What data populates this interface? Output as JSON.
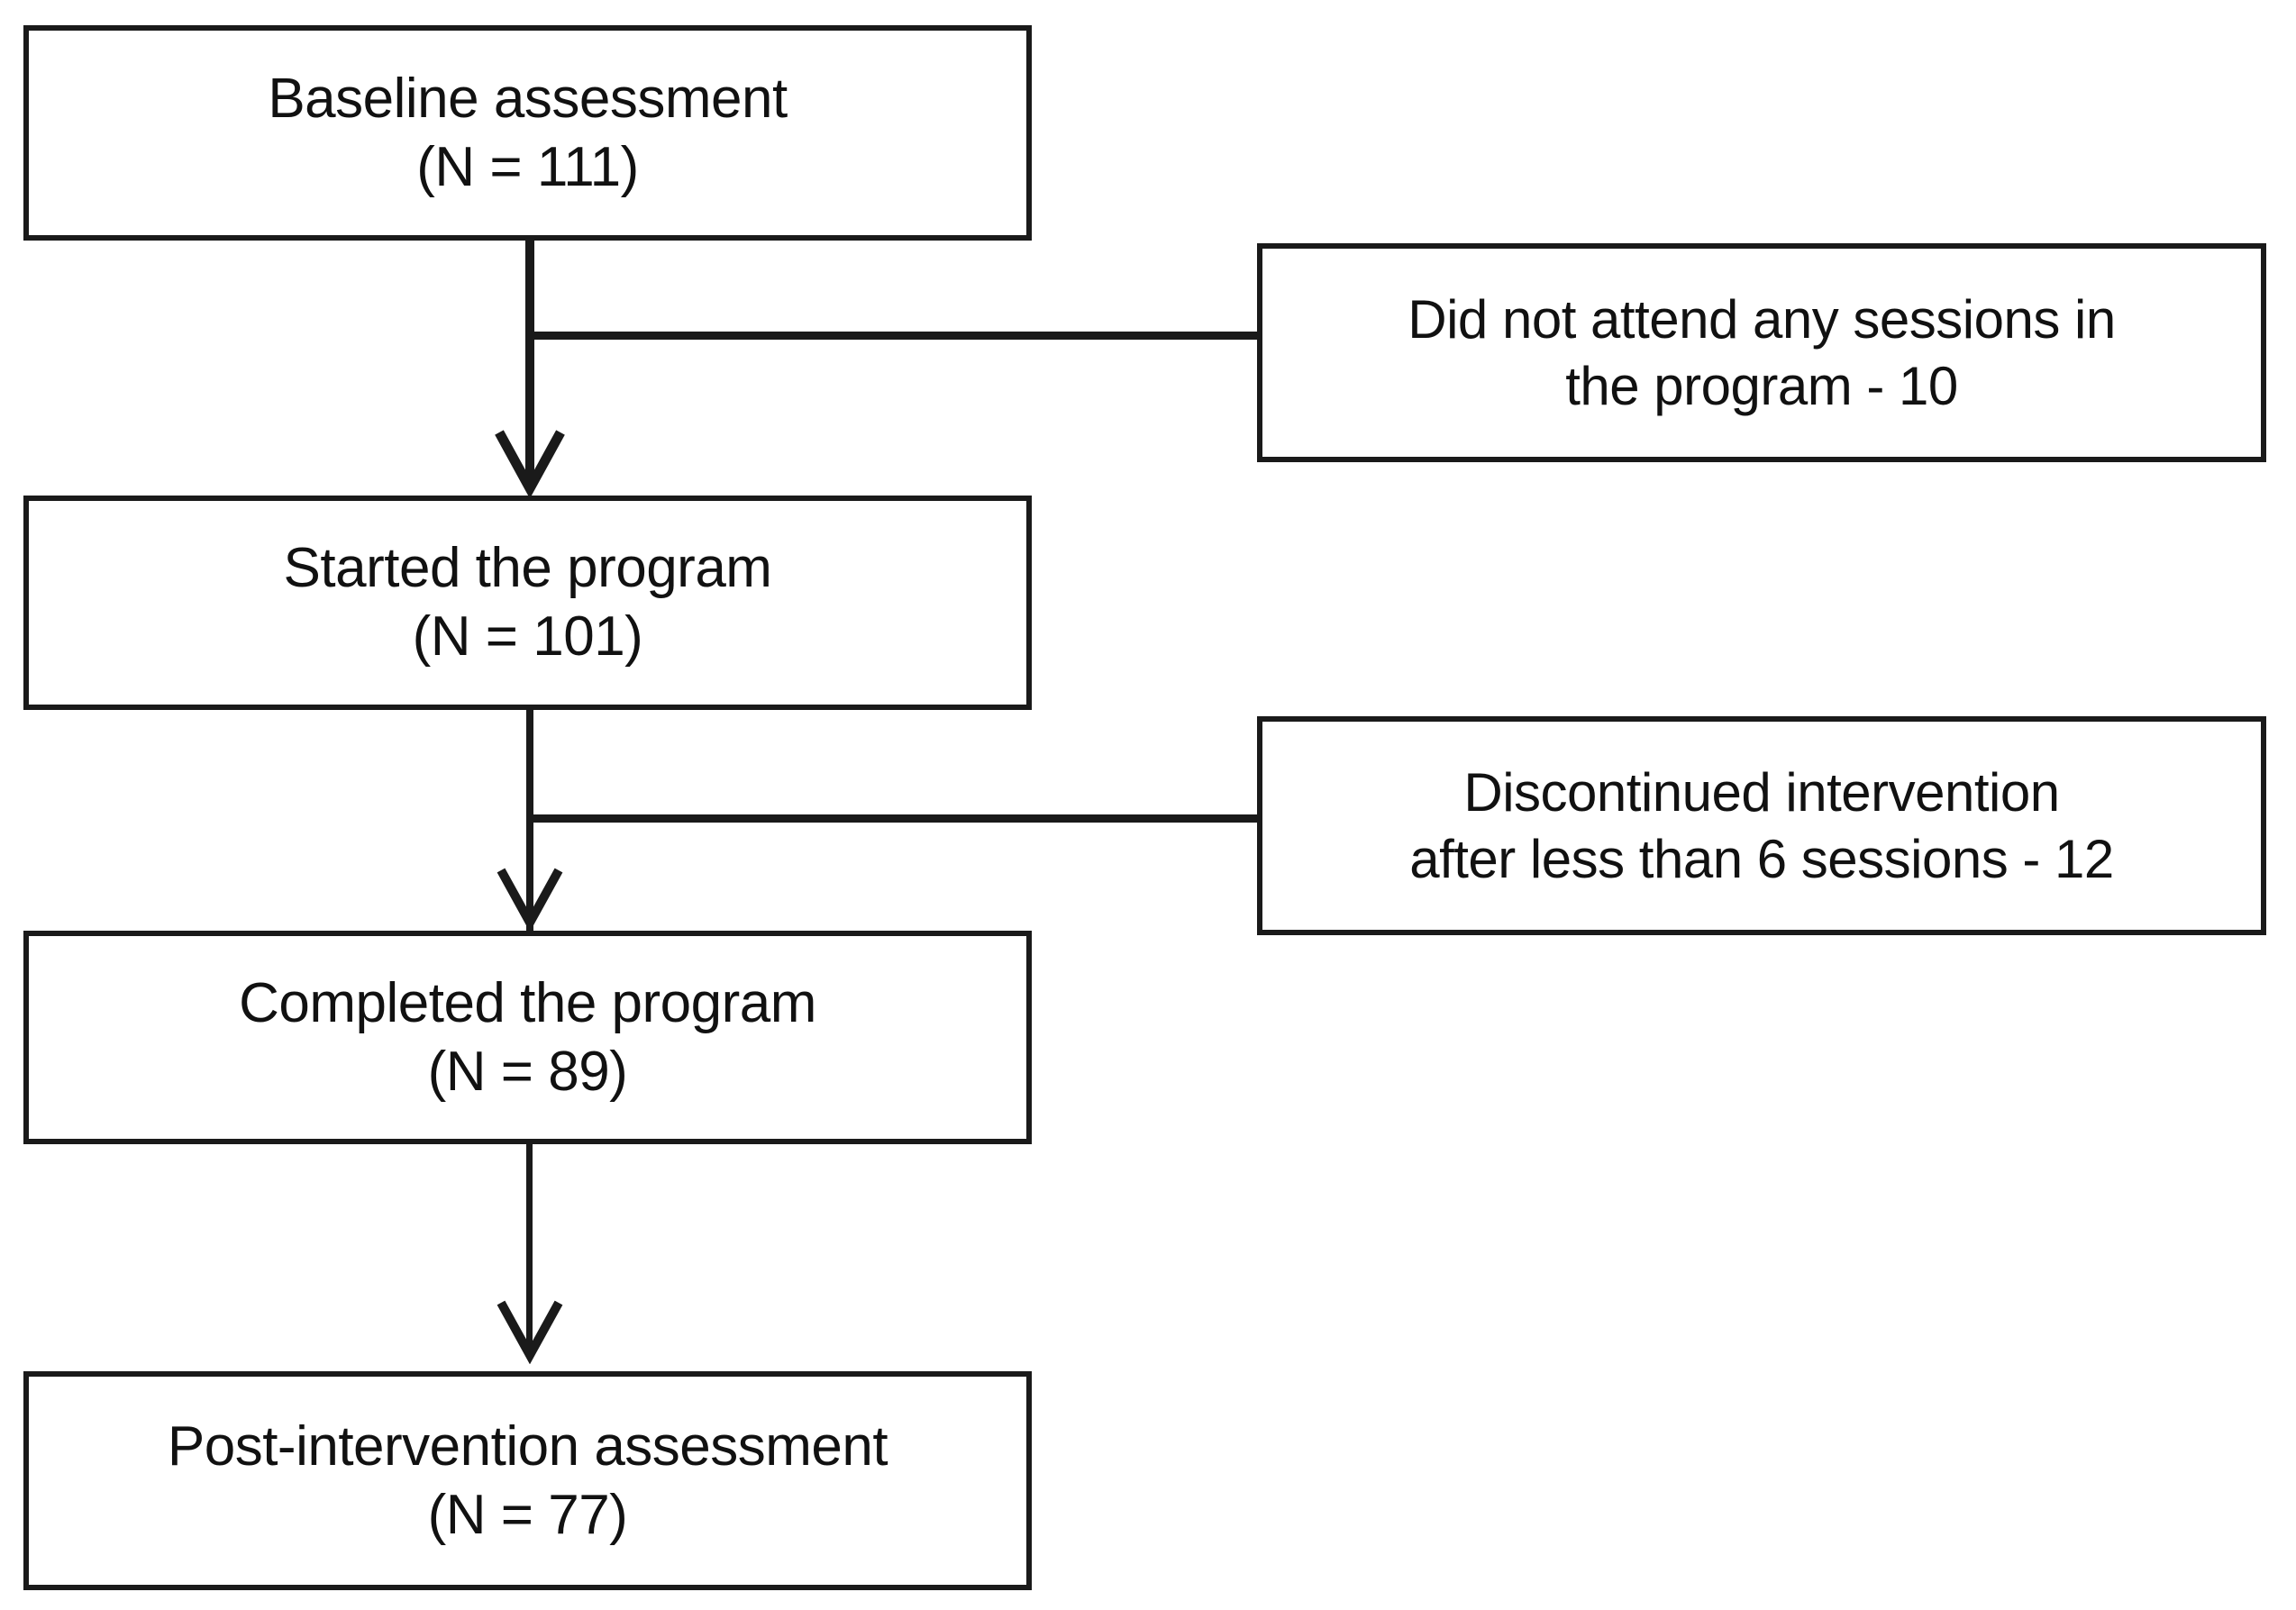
{
  "diagram": {
    "type": "participant-flow-chart",
    "orientation": "top-to-bottom",
    "background_color": "#ffffff",
    "line_color": "#1a1a1a",
    "text_color": "#111111",
    "nodes": [
      {
        "id": "baseline",
        "line1": "Baseline assessment",
        "line2": "(N = 111)",
        "n": 111,
        "column": "main"
      },
      {
        "id": "started",
        "line1": "Started the program",
        "line2": "(N = 101)",
        "n": 101,
        "column": "main"
      },
      {
        "id": "completed",
        "line1": "Completed the program",
        "line2": "(N = 89)",
        "n": 89,
        "column": "main"
      },
      {
        "id": "postassess",
        "line1": "Post-intervention assessment",
        "line2": "(N = 77)",
        "n": 77,
        "column": "main"
      },
      {
        "id": "notattend",
        "line1": "Did not attend any sessions in",
        "line2": "the program - 10",
        "n": 10,
        "column": "exclusion"
      },
      {
        "id": "discontinued",
        "line1": "Discontinued intervention",
        "line2": "after less than 6 sessions - 12",
        "n": 12,
        "column": "exclusion"
      }
    ],
    "connectors": [
      {
        "id": "baseline-to-started",
        "from": "baseline",
        "to": "started",
        "kind": "arrow-down"
      },
      {
        "id": "baseline-to-notattend",
        "from": "baseline",
        "to": "notattend",
        "kind": "branch-right"
      },
      {
        "id": "started-to-completed",
        "from": "started",
        "to": "completed",
        "kind": "arrow-down"
      },
      {
        "id": "started-to-discontinued",
        "from": "started",
        "to": "discontinued",
        "kind": "branch-right"
      },
      {
        "id": "completed-to-postassess",
        "from": "completed",
        "to": "postassess",
        "kind": "arrow-down"
      }
    ]
  }
}
